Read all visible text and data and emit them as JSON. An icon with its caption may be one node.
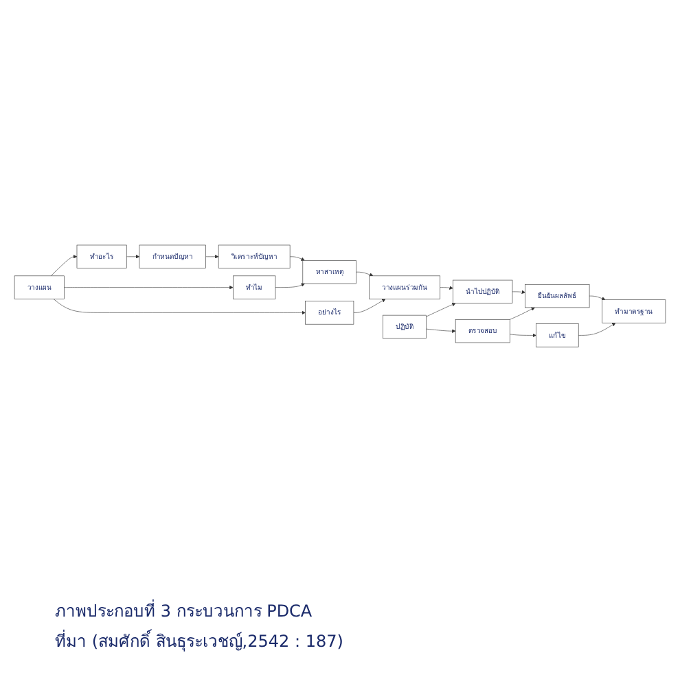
{
  "diagram": {
    "caption": "ภาพประกอบที่ 3 กระบวนการ PDCA",
    "nodes": [
      {
        "text": [
          "ทำอะไร"
        ]
      },
      {
        "text": [
          "กำหนดปัญหา"
        ]
      },
      {
        "text": [
          "วิเคราะห์ปัญหา"
        ]
      },
      {
        "text": [
          "วางแผน"
        ]
      },
      {
        "text": [
          "ทำไม"
        ]
      },
      {
        "text": [
          "หาสาเหตุ"
        ]
      },
      {
        "text": [
          "อย่างไร"
        ]
      },
      {
        "text": [
          "วางแผนร่วมกัน"
        ]
      },
      {
        "text": [
          "ปฏิบัติ"
        ]
      },
      {
        "text": [
          "นำไปปฏิบัติ"
        ]
      },
      {
        "text": [
          "ตรวจสอบ"
        ]
      },
      {
        "text": [
          "ยืนยันผลลัพธ์"
        ]
      },
      {
        "text": [
          "แก้ไข"
        ]
      },
      {
        "text": [
          "ทำมาตรฐาน"
        ]
      }
    ],
    "edges": [
      {
        "from": 3,
        "to": 0,
        "arrow": "to"
      },
      {
        "from": 3,
        "to": 4,
        "arrow": "to"
      },
      {
        "from": 3,
        "to": 6,
        "arrow": "to"
      },
      {
        "from": 0,
        "to": 1,
        "arrow": "to"
      },
      {
        "from": 1,
        "to": 2,
        "arrow": "to"
      },
      {
        "from": 2,
        "to": 5,
        "arrow": "to"
      },
      {
        "from": 4,
        "to": 5,
        "arrow": "to"
      },
      {
        "from": 5,
        "to": 7,
        "arrow": "to"
      },
      {
        "from": 6,
        "to": 7,
        "arrow": "to"
      },
      {
        "from": 7,
        "to": 9,
        "arrow": "to"
      },
      {
        "from": 8,
        "to": 9,
        "arrow": "to"
      },
      {
        "from": 8,
        "to": 10,
        "arrow": "to"
      },
      {
        "from": 9,
        "to": 11,
        "arrow": "to"
      },
      {
        "from": 10,
        "to": 11,
        "arrow": "to"
      },
      {
        "from": 10,
        "to": 12,
        "arrow": "to"
      },
      {
        "from": 11,
        "to": 13,
        "arrow": "to"
      },
      {
        "from": 12,
        "to": 13,
        "arrow": "to"
      }
    ],
    "labels": [
      "ที่มา (สมศักดิ์ สินธุระเวชญ์,2542 : 187)"
    ]
  }
}
